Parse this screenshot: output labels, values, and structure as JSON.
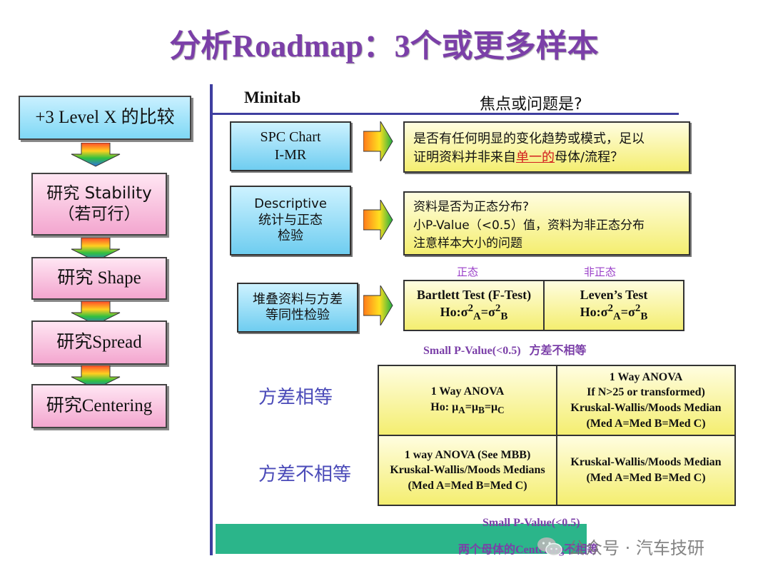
{
  "title": "分析Roadmap：3个或更多样本",
  "left_flow": {
    "box1": "+3 Level X 的比较",
    "box2": "研究 Stability\n（若可行）",
    "box3": "研究 Shape",
    "box4": "研究Spread",
    "box5": "研究Centering"
  },
  "header": {
    "minitab": "Minitab",
    "focus": "焦点或问题是?"
  },
  "row1": {
    "tool": "SPC Chart\nI-MR",
    "question_line1": "是否有任何明显的变化趋势或模式，足以",
    "question_line2_pre": "证明资料并非来自",
    "question_line2_emph": "单一的",
    "question_line2_post": "母体/流程？"
  },
  "row2": {
    "tool": "Descriptive\n统计与正态\n检验",
    "line1": "资料是否为正态分布?",
    "line2": "小P-Value（<0.5）值，资料为非正态分布",
    "line3": "注意样本大小的问题"
  },
  "row3": {
    "tool": "堆叠资料与方差\n等同性检验",
    "normal_label": "正态",
    "nonnormal_label": "非正态",
    "bartlett_title": "Bartlett Test (F-Test)",
    "levene_title": "Leven’s Test",
    "ho_prefix": "Ho:σ",
    "sup2": "2",
    "sub_a": "A",
    "eq_sigma": "=σ",
    "sub_b": "B",
    "pvalue_note": "Small P-Value(<0.5)   方差不相等"
  },
  "matrix": {
    "equal_label": "方差相等",
    "unequal_label": "方差不相等",
    "cell_eq_normal_1": "1 Way ANOVA",
    "cell_eq_normal_ho": "Ho: μ",
    "mu_eq": "=μ",
    "sub_a": "A",
    "sub_b": "B",
    "sub_c": "C",
    "cell_eq_nonnormal_1": "1 Way ANOVA",
    "cell_eq_nonnormal_2": "If N>25 or transformed)",
    "cell_eq_nonnormal_3": "Kruskal-Wallis/Moods Median",
    "cell_eq_nonnormal_4": "(Med A=Med B=Med C)",
    "cell_ne_normal_1": "1 way ANOVA (See MBB)",
    "cell_ne_normal_2": "Kruskal-Wallis/Moods Medians",
    "cell_ne_normal_3": "(Med A=Med B=Med C)",
    "cell_ne_nonnormal_1": "Kruskal-Wallis/Moods Median",
    "cell_ne_nonnormal_2": "(Med A=Med B=Med C)"
  },
  "footer": {
    "pvalue": "Small P-Value(<0.5)",
    "centering": "两个母体的Centering不相等",
    "watermark": "公众号 · 汽车技研"
  },
  "colors": {
    "title": "#7b3fa8",
    "line": "#3f3fa0",
    "footer_bar": "#2bb58a"
  }
}
